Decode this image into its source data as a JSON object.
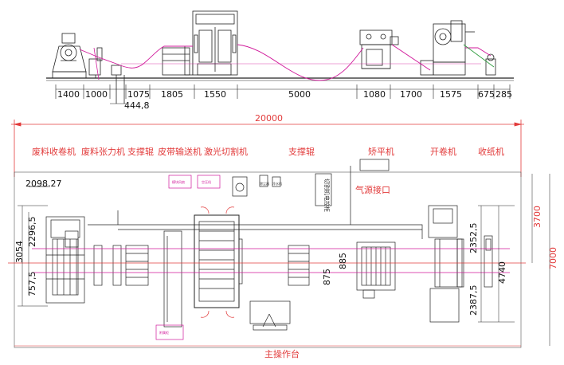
{
  "top_dimensions": [
    "1400",
    "1000",
    "1075",
    "444,8",
    "1805",
    "1550",
    "5000",
    "1080",
    "1700",
    "1575",
    "675",
    "285"
  ],
  "overall_length": "20000",
  "station_labels": {
    "waste_recoiler": "废料收卷机",
    "waste_tensioner": "废料张力机",
    "support_roller_left": "支撑辊",
    "belt_conveyor": "皮带输送机",
    "laser_cutter": "激光切割机",
    "support_roller_mid": "支撑辊",
    "leveler": "矫平机",
    "decoiler": "开卷机",
    "paper_recoiler": "收纸机"
  },
  "air_inlet": "气源接口",
  "operator_console": "主操作台",
  "plan_dimensions": {
    "left_offset": "2098,27",
    "left_v1": "3054",
    "left_v2": "2296,5",
    "left_v3": "757,5",
    "mid_v1": "875",
    "mid_v2": "885",
    "right_v1": "2352,5",
    "right_v2": "2387,5",
    "right_v3": "4740",
    "right_v4": "3700",
    "right_v5": "7000"
  },
  "cabinet_text": "切割机电控柜",
  "small_boxes": [
    "模块风扇",
    "空压机",
    "附属柜",
    "除尘器",
    "冷水机"
  ],
  "colors": {
    "magenta": "#d0189a",
    "red": "#e23b3b",
    "line": "#222222"
  }
}
